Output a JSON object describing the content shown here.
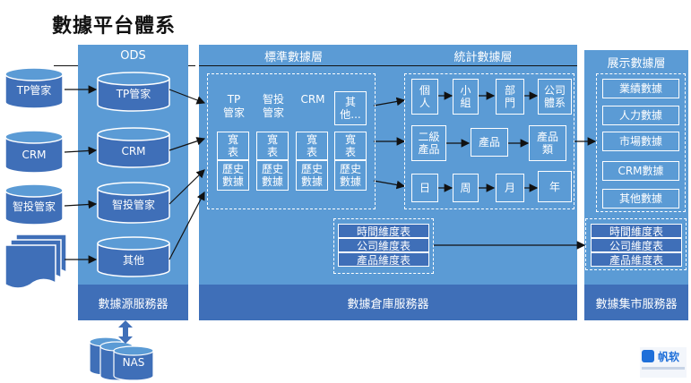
{
  "title": "數據平台體系",
  "sources": [
    "TP管家",
    "CRM",
    "智投管家",
    ""
  ],
  "ods": {
    "header": "ODS",
    "items": [
      "TP管家",
      "CRM",
      "智投管家",
      "其他"
    ],
    "footer": "數據源服務器"
  },
  "nas": "NAS",
  "warehouse": {
    "std_header": "標準數據層",
    "stat_header": "統計數據層",
    "std_cols": [
      {
        "title": "TP\n管家",
        "t1": "寬\n表",
        "t2": "歷史\n數據"
      },
      {
        "title": "智投\n管家",
        "t1": "寬\n表",
        "t2": "歷史\n數據"
      },
      {
        "title": "CRM",
        "t1": "寬\n表",
        "t2": "歷史\n數據"
      },
      {
        "title": "其\n他...",
        "t1": "寬\n表",
        "t2": "歷史\n數據"
      }
    ],
    "stat_row1": [
      "個\n人",
      "小\n組",
      "部\n門",
      "公司\n體系"
    ],
    "stat_row2": [
      "二級\n產品",
      "產品",
      "產品\n類"
    ],
    "stat_row3": [
      "日",
      "周",
      "月",
      "年"
    ],
    "dims": [
      "時間維度表",
      "公司維度表",
      "產品維度表"
    ],
    "footer": "數據倉庫服務器"
  },
  "mart": {
    "header": "展示數據層",
    "items": [
      "業績數據",
      "人力數據",
      "市場數據",
      "CRM數據",
      "其他數據"
    ],
    "dims": [
      "時間維度表",
      "公司維度表",
      "產品維度表"
    ],
    "footer": "數據集市服務器"
  },
  "logo": {
    "text": "帆软"
  }
}
